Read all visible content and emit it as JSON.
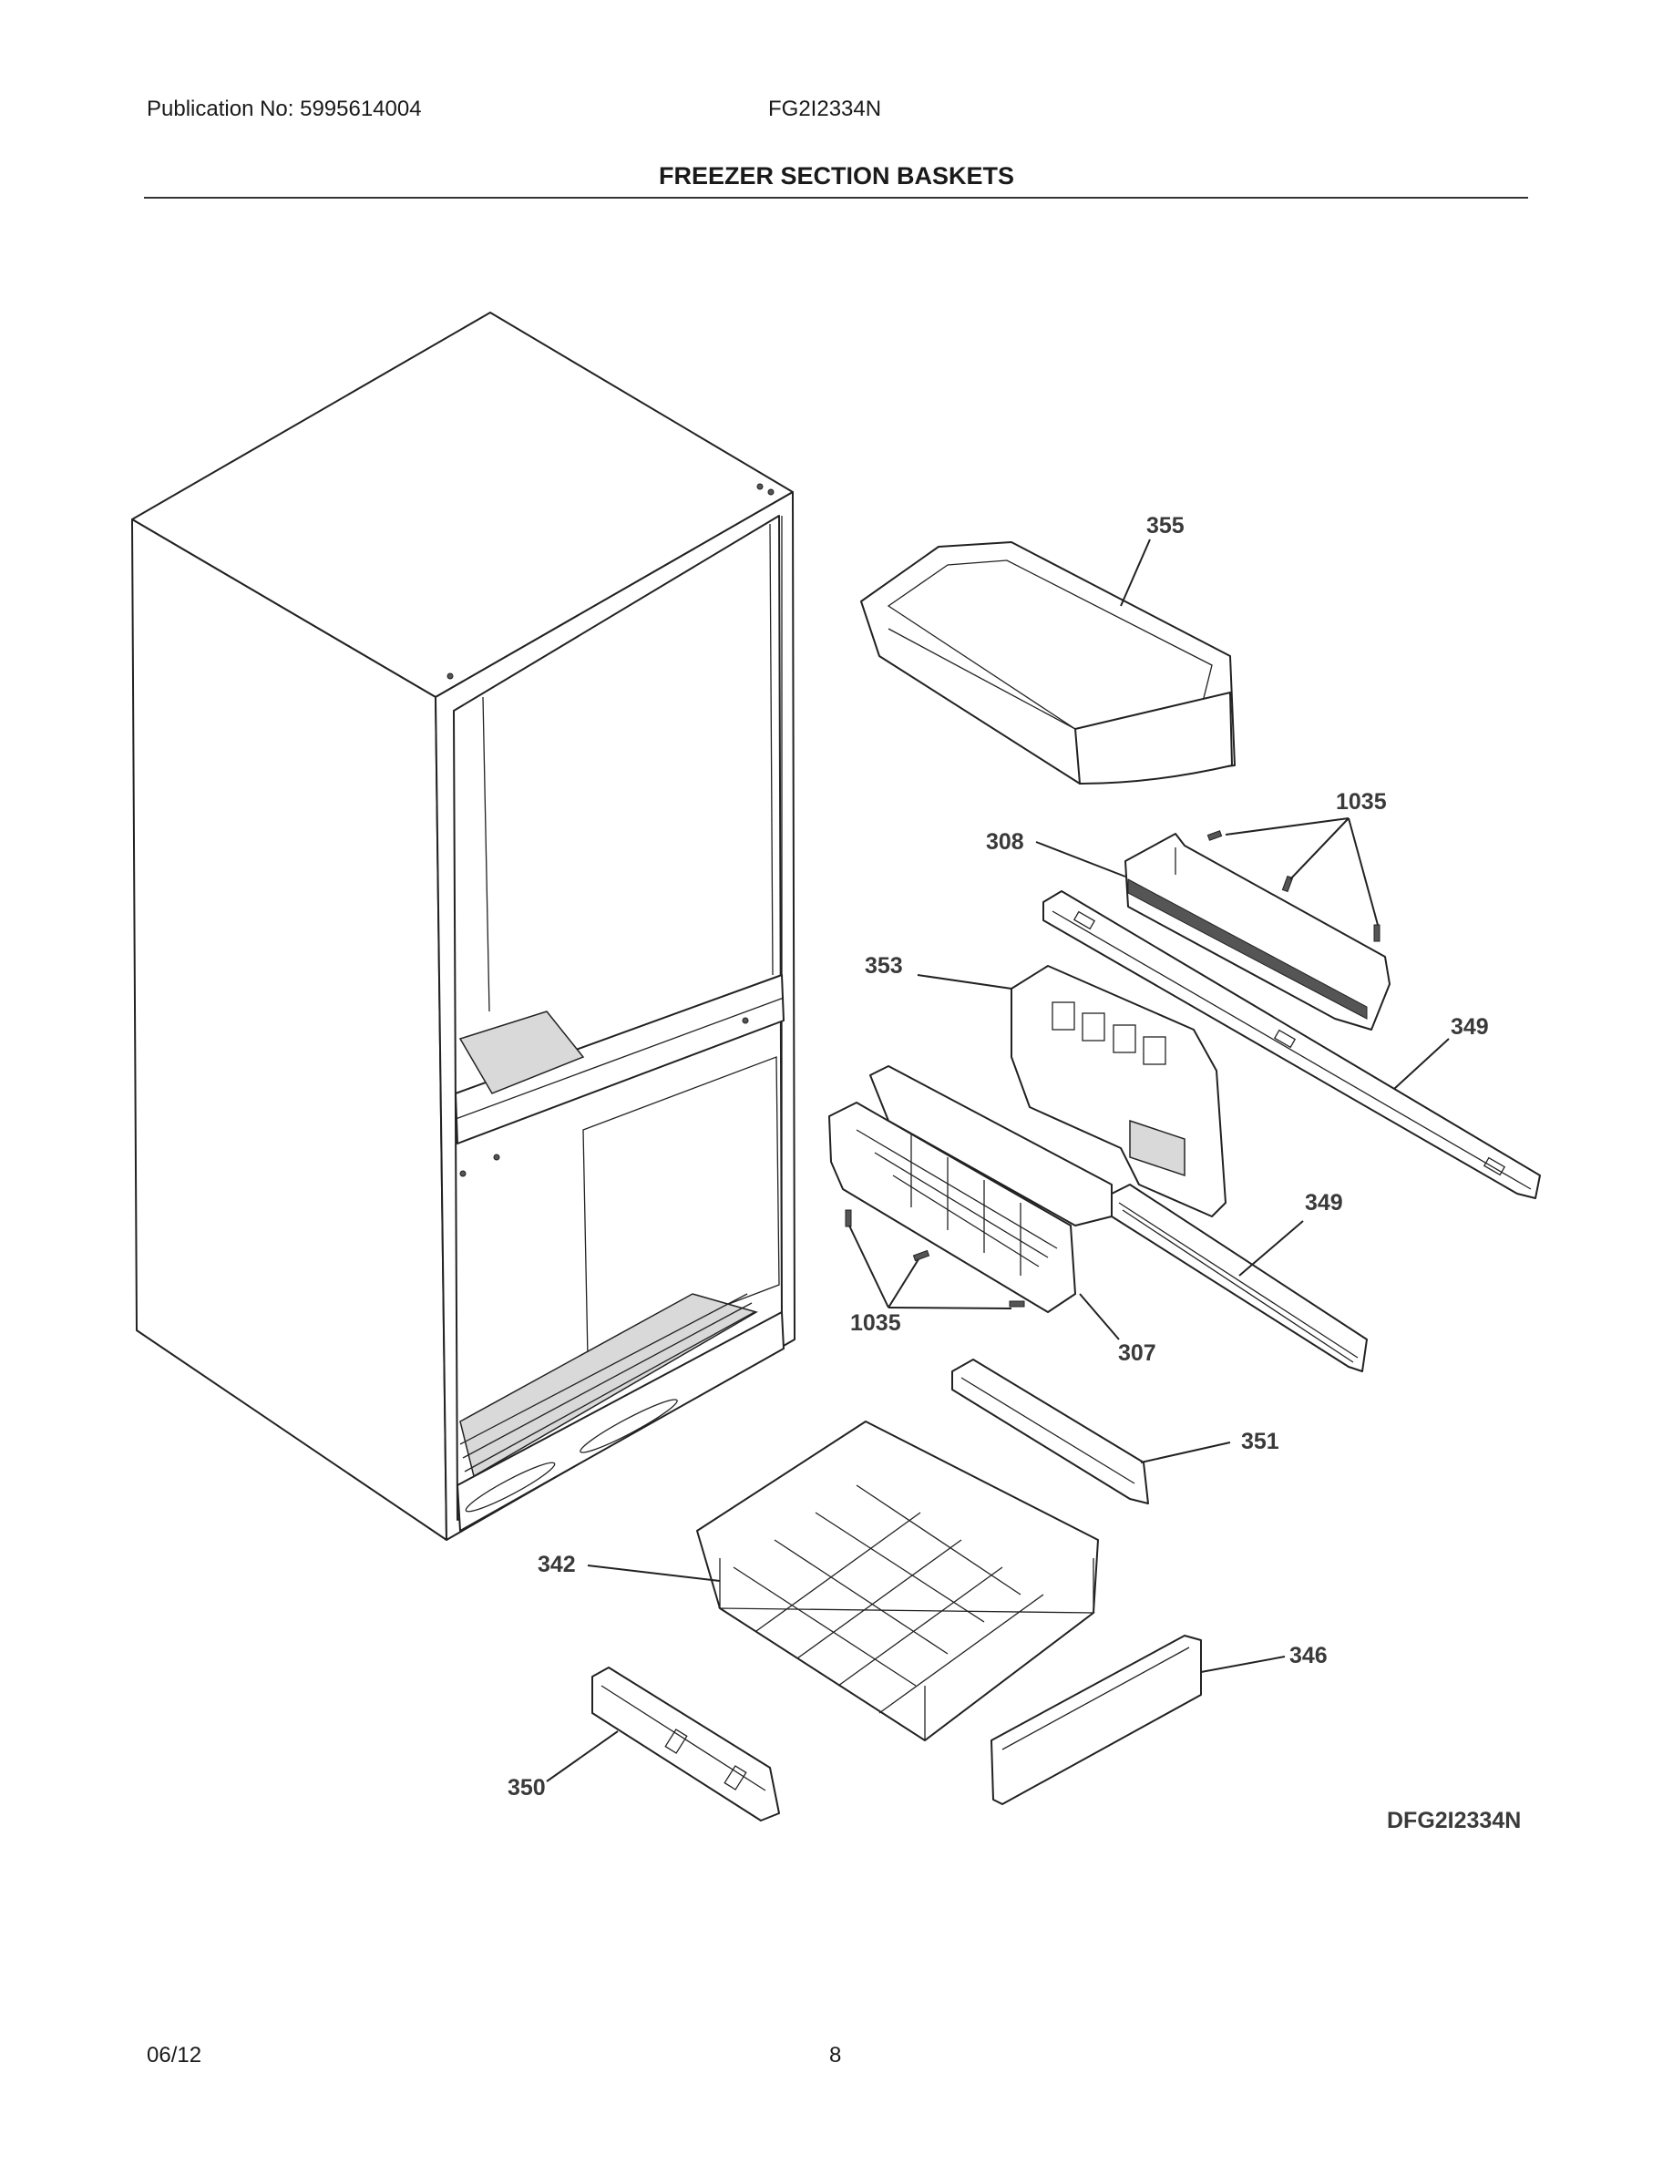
{
  "header": {
    "publication": "Publication No: 5995614004",
    "model": "FG2I2334N",
    "section_title": "FREEZER SECTION BASKETS"
  },
  "callouts": {
    "c355": "355",
    "c1035_top": "1035",
    "c308": "308",
    "c353": "353",
    "c349_top": "349",
    "c349_bottom": "349",
    "c1035_bottom": "1035",
    "c307": "307",
    "c351": "351",
    "c342": "342",
    "c346": "346",
    "c350": "350"
  },
  "diagram_id": "DFG2I2334N",
  "footer": {
    "date": "06/12",
    "page": "8"
  }
}
